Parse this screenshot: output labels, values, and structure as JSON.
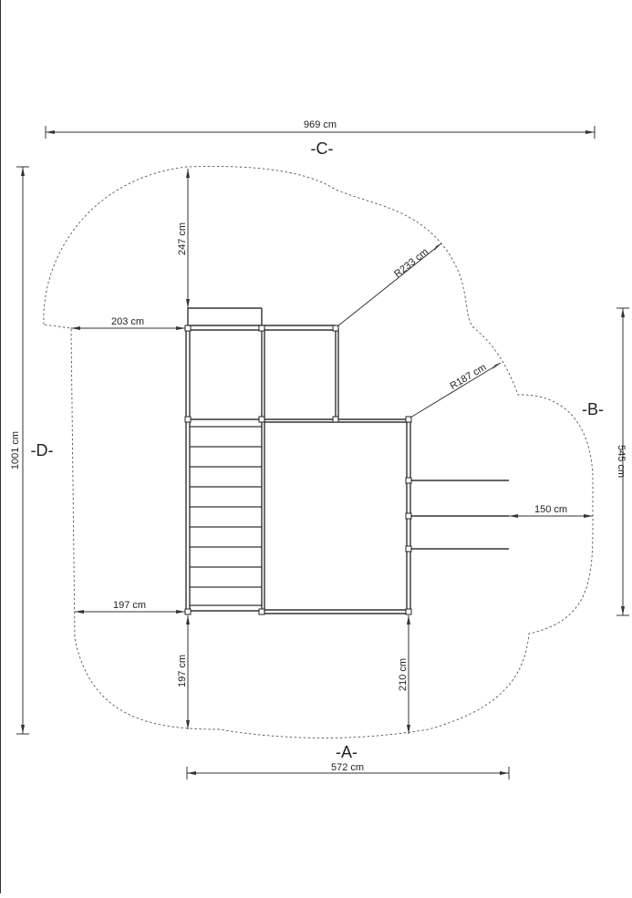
{
  "sides": {
    "a": "-A-",
    "b": "-B-",
    "c": "-C-",
    "d": "-D-"
  },
  "dimensions": {
    "overall_width": "969 cm",
    "overall_depth": "1001 cm",
    "side_b_length": "545 cm",
    "bottom_width": "572 cm",
    "top_clearance": "247 cm",
    "left_clearance_top": "203 cm",
    "left_clearance_bottom": "197 cm",
    "bottom_clearance_left": "197 cm",
    "bottom_clearance_right": "210 cm",
    "radius_upper": "R233 cm",
    "radius_lower": "R187 cm",
    "bar_clearance": "150 cm"
  }
}
